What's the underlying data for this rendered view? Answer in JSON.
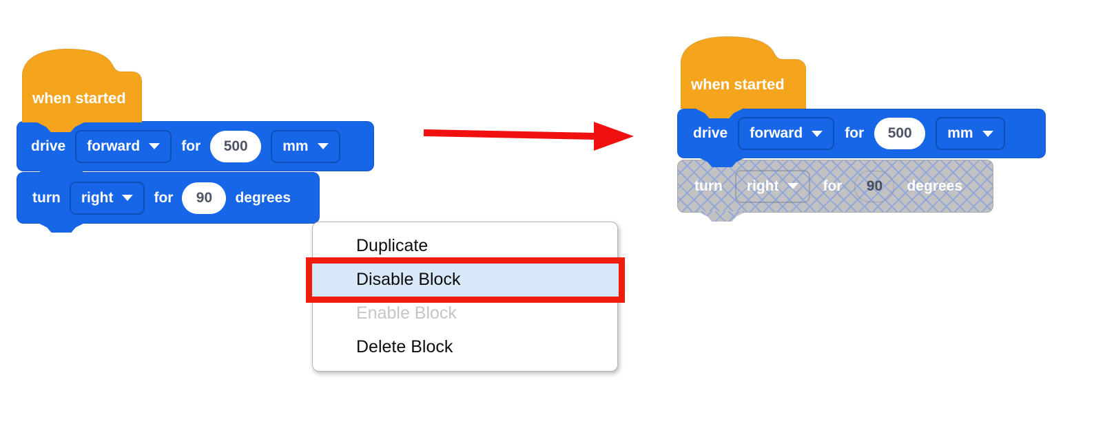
{
  "colors": {
    "block-blue": "#1766e8",
    "dropdown-border": "#0d4fb8",
    "hat-orange": "#f4a41d",
    "disabled-gray": "#c2c2c2",
    "lattice-blue": "#93a7d8",
    "highlight-red": "#ee1d0e",
    "highlight-fill": "#d9e8f8",
    "menu-text": "#0d0d0d",
    "menu-disabled-text": "#c6c6c6",
    "number-text": "#4d5466",
    "number-text-disabled": "#474e60",
    "arrow-red": "#f01010"
  },
  "left_script": {
    "hat_label": "when started",
    "drive": {
      "verb": "drive",
      "direction": "forward",
      "for_label": "for",
      "distance": "500",
      "unit": "mm"
    },
    "turn": {
      "verb": "turn",
      "direction": "right",
      "for_label": "for",
      "angle": "90",
      "unit_label": "degrees"
    }
  },
  "right_script": {
    "hat_label": "when started",
    "drive": {
      "verb": "drive",
      "direction": "forward",
      "for_label": "for",
      "distance": "500",
      "unit": "mm"
    },
    "turn_disabled": {
      "verb": "turn",
      "direction": "right",
      "for_label": "for",
      "angle": "90",
      "unit_label": "degrees",
      "state": "disabled"
    }
  },
  "context_menu": {
    "items": [
      {
        "label": "Duplicate",
        "state": "normal"
      },
      {
        "label": "Disable Block",
        "state": "highlighted"
      },
      {
        "label": "Enable Block",
        "state": "disabled"
      },
      {
        "label": "Delete Block",
        "state": "normal"
      }
    ]
  }
}
